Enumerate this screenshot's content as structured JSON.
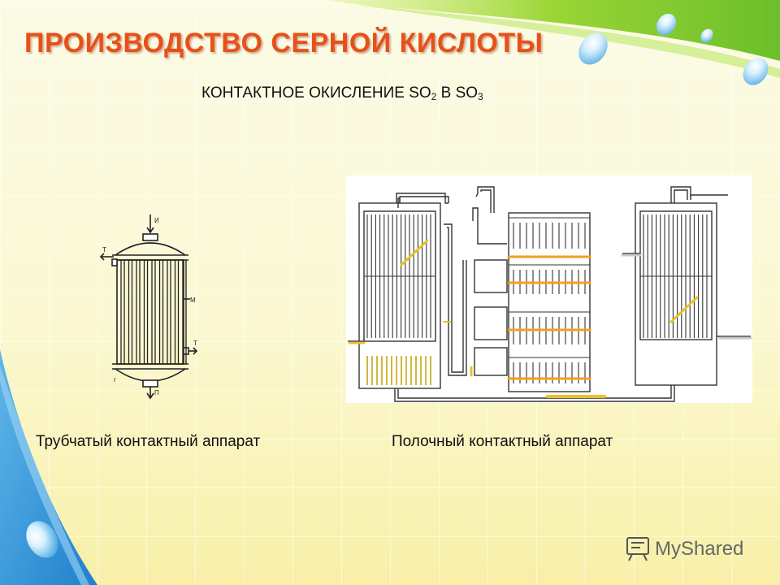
{
  "slide": {
    "title": "ПРОИЗВОДСТВО СЕРНОЙ КИСЛОТЫ",
    "subtitle": {
      "prefix": "КОНТАКТНОЕ ОКИСЛЕНИЕ SO",
      "sub1": "2",
      "middle": " В SO",
      "sub2": "3"
    },
    "left_caption": "Трубчатый контактный аппарат",
    "right_caption": "Полочный контактный аппарат",
    "tube_labels": {
      "top": "И",
      "left_upper": "Т",
      "right_mid": "М",
      "right_lower": "Т",
      "bottom_left": "г",
      "bottom": "П"
    }
  },
  "logo": {
    "text": "MyShared",
    "icon": "presentation-board-icon"
  },
  "colors": {
    "title": "#e8501a",
    "accent_yellow": "#e8c22a",
    "orange": "#f0a020",
    "green": "#8ccf2a",
    "blue": "#3aa0e0"
  }
}
